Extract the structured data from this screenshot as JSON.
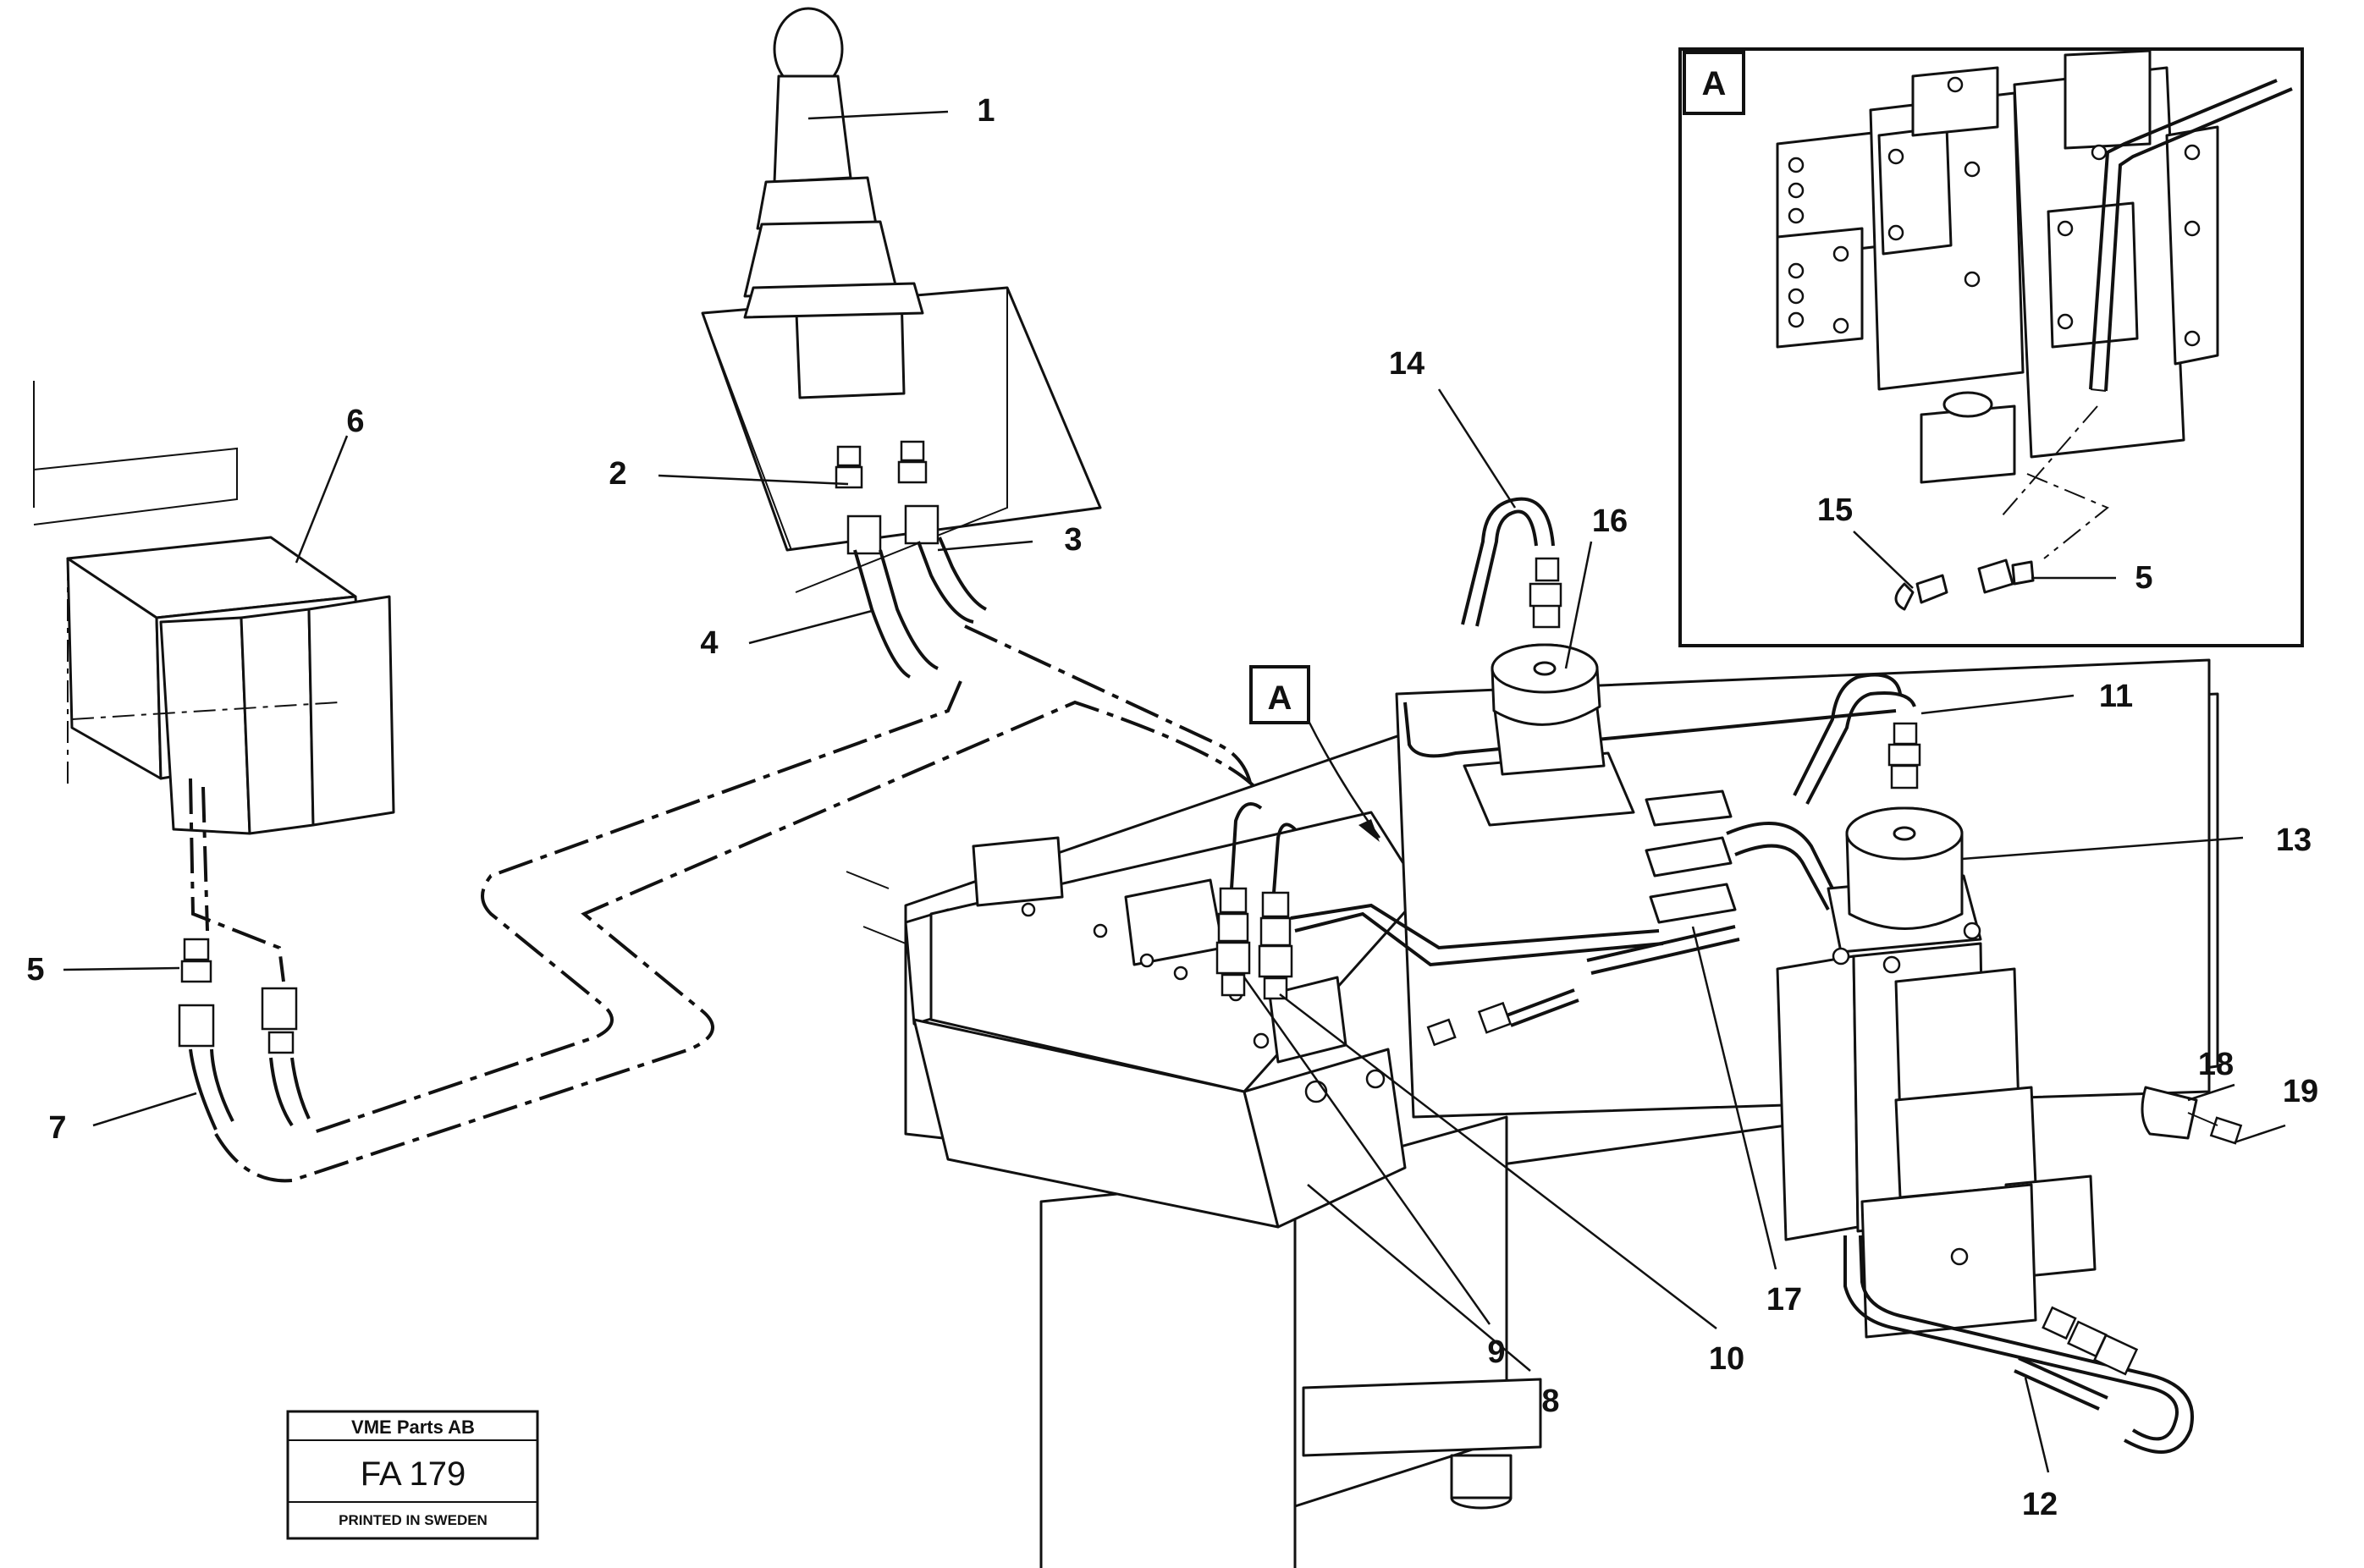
{
  "callouts": [
    "1",
    "2",
    "3",
    "4",
    "5",
    "6",
    "7",
    "8",
    "9",
    "10",
    "11",
    "12",
    "13",
    "14",
    "15",
    "16",
    "17",
    "18",
    "19"
  ],
  "callout_5_inset": "5",
  "view_label_main": "A",
  "view_label_inset": "A",
  "stamp": {
    "company": "VME Parts AB",
    "code": "FA 179",
    "printed": "PRINTED IN SWEDEN"
  }
}
